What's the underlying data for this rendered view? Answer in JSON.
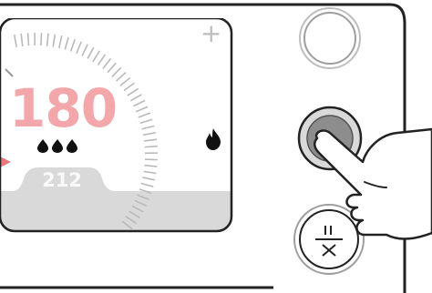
{
  "display": {
    "temperature": "180",
    "secondary_value": "212",
    "plus_symbol": "+",
    "flame_level_icons": [
      "flame-icon",
      "flame-icon",
      "flame-icon"
    ],
    "indicator_icon": "flame-icon",
    "accent_color": "#f4a7ab",
    "active_pointer_color": "#e8757c"
  },
  "buttons": {
    "top": {
      "label": ""
    },
    "middle": {
      "state": "pressed"
    },
    "bottom": {
      "icon": "pause-cancel-icon"
    }
  },
  "hand": {
    "icon": "pointing-hand-icon"
  }
}
